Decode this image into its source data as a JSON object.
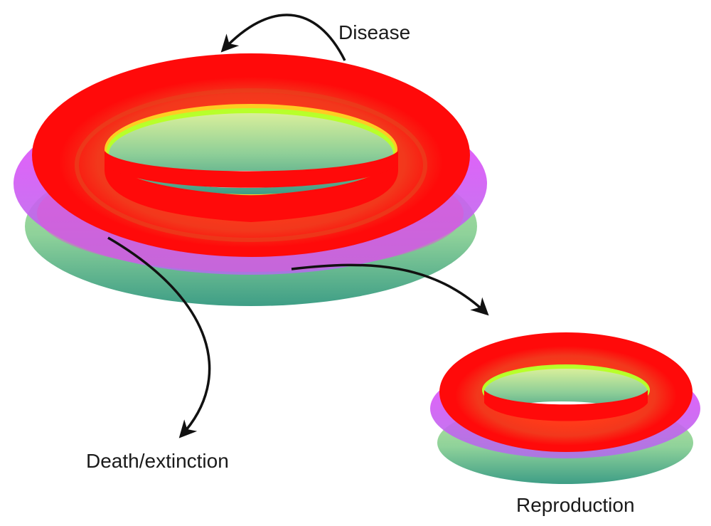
{
  "diagram": {
    "type": "torus-lifecycle",
    "labels": {
      "disease": "Disease",
      "death": "Death/extinction",
      "reproduction": "Reproduction"
    },
    "nodes": [
      {
        "id": "parent-torus",
        "kind": "torus",
        "size": "large"
      },
      {
        "id": "offspring-torus",
        "kind": "torus",
        "size": "small"
      }
    ],
    "edges": [
      {
        "from": "parent-torus",
        "to": "parent-torus",
        "label": "Disease"
      },
      {
        "from": "parent-torus",
        "to": "death",
        "label": "Death/extinction"
      },
      {
        "from": "parent-torus",
        "to": "offspring-torus",
        "label": "Reproduction"
      }
    ],
    "colors": {
      "outer_surface": "#ff0a0a",
      "inner_band": "#ff3a1a",
      "membrane": "#e64df0",
      "lower_body_light": "#a3d996",
      "lower_body_dark": "#3e9e86",
      "inner_highlight": "#b8ff2a",
      "arrow": "#111111"
    }
  }
}
